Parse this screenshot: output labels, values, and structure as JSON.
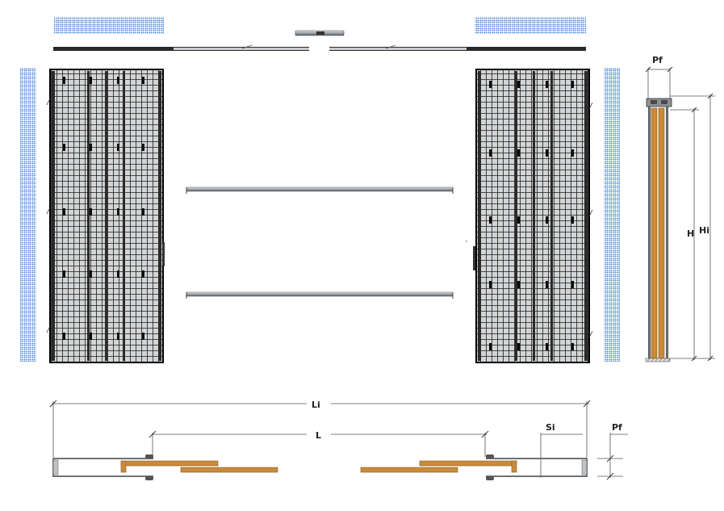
{
  "labels": {
    "pf_top": "Pf",
    "h": "H",
    "hi": "Hi",
    "li": "Li",
    "l": "L",
    "si": "Si",
    "pf_bottom": "Pf"
  },
  "colors": {
    "mesh_blue": "#3a78d0",
    "frame_dark": "#2a2a2a",
    "frame_light": "#bfc3c6",
    "wood": "#c98a3a",
    "wood_edge": "#8a5a1e",
    "line_gray": "#7a7d80"
  }
}
